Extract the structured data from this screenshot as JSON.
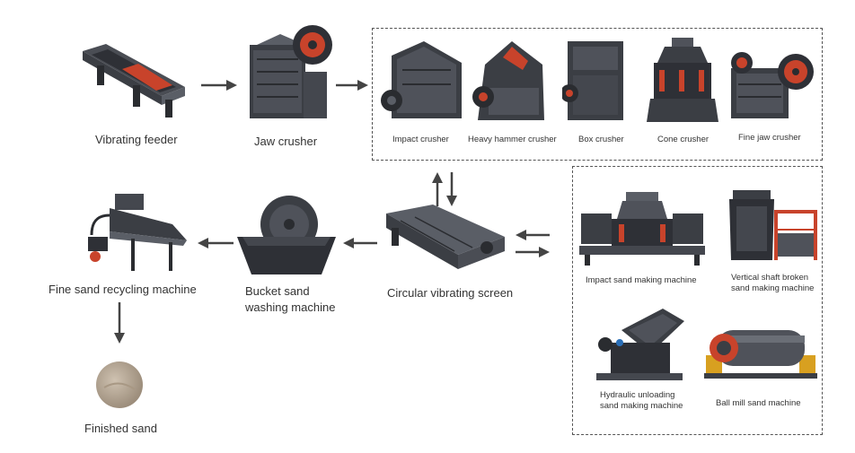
{
  "stages": {
    "vibrating_feeder": "Vibrating feeder",
    "jaw_crusher": "Jaw crusher",
    "circular_vibrating_screen": "Circular vibrating screen",
    "bucket_sand_washing_line1": "Bucket sand",
    "bucket_sand_washing_line2": "washing machine",
    "fine_sand_recycling": "Fine sand recycling machine",
    "finished_sand": "Finished sand"
  },
  "crusher_options": [
    "Impact crusher",
    "Heavy hammer crusher",
    "Box crusher",
    "Cone crusher",
    "Fine jaw crusher"
  ],
  "sand_making_options": {
    "impact": "Impact sand making machine",
    "vsi_line1": "Vertical shaft broken",
    "vsi_line2": "sand making machine",
    "hydraulic_line1": "Hydraulic unloading",
    "hydraulic_line2": "sand making machine",
    "ball_mill": "Ball mill sand machine"
  },
  "colors": {
    "machine_dark": "#3b3e44",
    "machine_mid": "#5a5e66",
    "accent_red": "#c8432b",
    "arrow": "#444444",
    "sand": "#b9aa98"
  }
}
